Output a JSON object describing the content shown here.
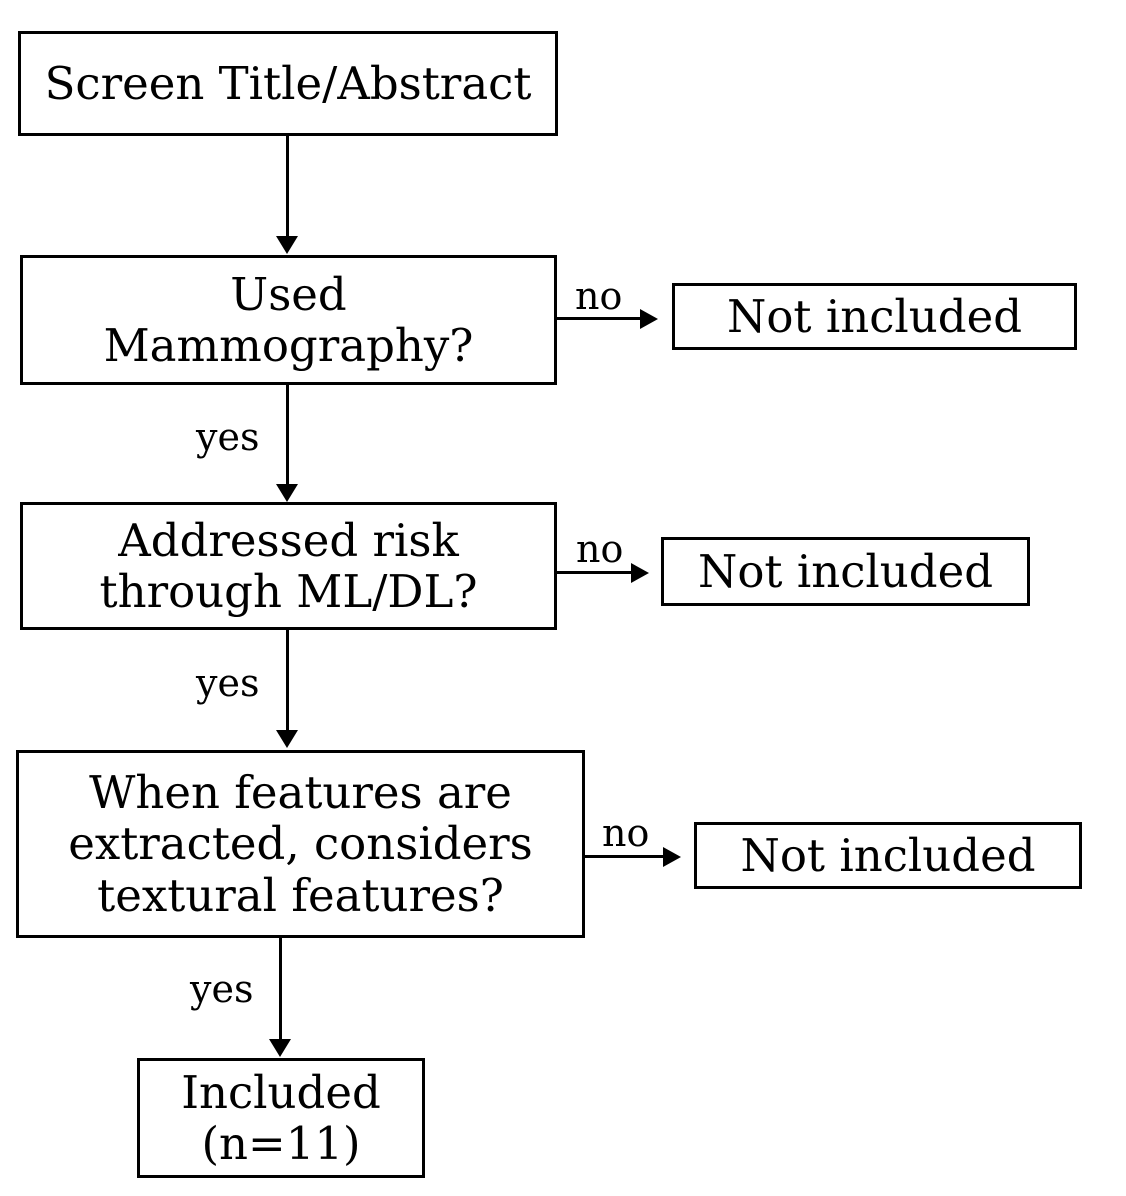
{
  "diagram": {
    "title": "Study screening eligibility flowchart",
    "background_color": "#ffffff",
    "line_color": "#000000",
    "text_color": "#000000"
  },
  "nodes": {
    "screen": {
      "label": "Screen Title/Abstract"
    },
    "mammography": {
      "label": "Used\nMammography?"
    },
    "ml_dl": {
      "label": "Addressed risk\nthrough ML/DL?"
    },
    "textural": {
      "label": "When features are\nextracted, considers\ntextural features?"
    },
    "included": {
      "label": "Included\n(n=11)"
    },
    "not_included_1": {
      "label": "Not included"
    },
    "not_included_2": {
      "label": "Not included"
    },
    "not_included_3": {
      "label": "Not included"
    }
  },
  "edge_labels": {
    "yes_1": "yes",
    "yes_2": "yes",
    "yes_3": "yes",
    "no_1": "no",
    "no_2": "no",
    "no_3": "no"
  },
  "chart_data": {
    "type": "diagram",
    "title": "Screen Title/Abstract eligibility flow",
    "nodes": [
      {
        "id": "screen",
        "text": "Screen Title/Abstract",
        "shape": "rectangle"
      },
      {
        "id": "mammography",
        "text": "Used Mammography?",
        "shape": "rectangle"
      },
      {
        "id": "not_included_1",
        "text": "Not included",
        "shape": "rectangle"
      },
      {
        "id": "ml_dl",
        "text": "Addressed risk through ML/DL?",
        "shape": "rectangle"
      },
      {
        "id": "not_included_2",
        "text": "Not included",
        "shape": "rectangle"
      },
      {
        "id": "textural",
        "text": "When features are extracted, considers textural features?",
        "shape": "rectangle"
      },
      {
        "id": "not_included_3",
        "text": "Not included",
        "shape": "rectangle"
      },
      {
        "id": "included",
        "text": "Included (n=11)",
        "shape": "rectangle"
      }
    ],
    "edges": [
      {
        "from": "screen",
        "to": "mammography",
        "label": "",
        "direction": "down"
      },
      {
        "from": "mammography",
        "to": "not_included_1",
        "label": "no",
        "direction": "right"
      },
      {
        "from": "mammography",
        "to": "ml_dl",
        "label": "yes",
        "direction": "down"
      },
      {
        "from": "ml_dl",
        "to": "not_included_2",
        "label": "no",
        "direction": "right"
      },
      {
        "from": "ml_dl",
        "to": "textural",
        "label": "yes",
        "direction": "down"
      },
      {
        "from": "textural",
        "to": "not_included_3",
        "label": "no",
        "direction": "right"
      },
      {
        "from": "textural",
        "to": "included",
        "label": "yes",
        "direction": "down"
      }
    ],
    "final_count": 11
  }
}
